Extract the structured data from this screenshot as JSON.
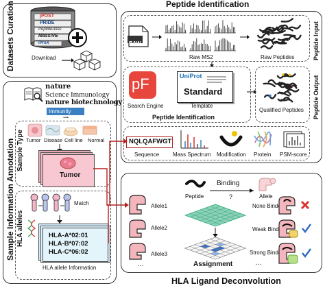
{
  "sections": {
    "datasets_curation": "Datasets Curation",
    "sample_info": "Sample Information Annotation",
    "sample_type": "Sample Type",
    "hla_alleles": "HLA alleles",
    "peptide_identification_title": "Peptide Identification",
    "peptide_input": "Peptide Input",
    "peptide_output": "Peptide Output",
    "hla_ligand_deconvolution": "HLA Ligand Deconvolution"
  },
  "databases": {
    "jpost": "jPOST",
    "pride": "PRIDE",
    "peptide_atlas": "PeptideAtlas",
    "massive": "MassIVE",
    "iprox": "iProX"
  },
  "download_label": "Download",
  "journals": {
    "nature": "nature",
    "science_immunology": "Science Immunology",
    "nature_biotech": "nature biotechnology",
    "immunity": "Immunity",
    "more": "..."
  },
  "sample_types": {
    "tumor": "Tumor",
    "disease": "Disease",
    "cell_line": "Cell line",
    "normal": "Normal",
    "selected": "Tumor"
  },
  "match_label": "Match",
  "hla_values": [
    "HLA-A*02:01",
    "HLA-B*07:02",
    "HLA-C*06:02"
  ],
  "hla_info_label": "HLA allele Information",
  "peptide_input": {
    "raw_label": "RAW",
    "raw_ms2": "Raw MS2",
    "raw_peptides": "Raw Peptides"
  },
  "peptide_ident": {
    "pf": "pF",
    "search_engine": "Search Engine",
    "uniprot": "UniProt",
    "standard": "Standard",
    "template": "Template",
    "sub_title": "Peptide Identification",
    "qualified": "Qualified Peptides"
  },
  "features": {
    "sequence_value": "NQLQAFWGT",
    "sequence": "Sequence",
    "mass_spectrum": "Mass Spectrum",
    "modification": "Modification",
    "protein": "Protein",
    "psm_score": "PSM-score"
  },
  "deconv": {
    "peptide": "Peptide",
    "binding": "Binding",
    "question": "?",
    "allele": "Allele",
    "allele1": "Allele1",
    "allele2": "Allele2",
    "allele3": "Allele3",
    "dots": "…",
    "assignment": "Assignment",
    "none_binder": "None Binder",
    "weak_binder": "Weak Binder",
    "strong_binder": "Strong Binder"
  },
  "colors": {
    "border": "#333333",
    "arrow_red": "#b22222",
    "pf_red": "#e8453c",
    "uniprot_blue": "#1b6fb5",
    "hla_box": "#dff3fb",
    "tumor_box": "#f3b8c4",
    "cross_red": "#d9302b",
    "check_blue": "#2b6cc4",
    "allele_pink": "#f4b6bd"
  }
}
